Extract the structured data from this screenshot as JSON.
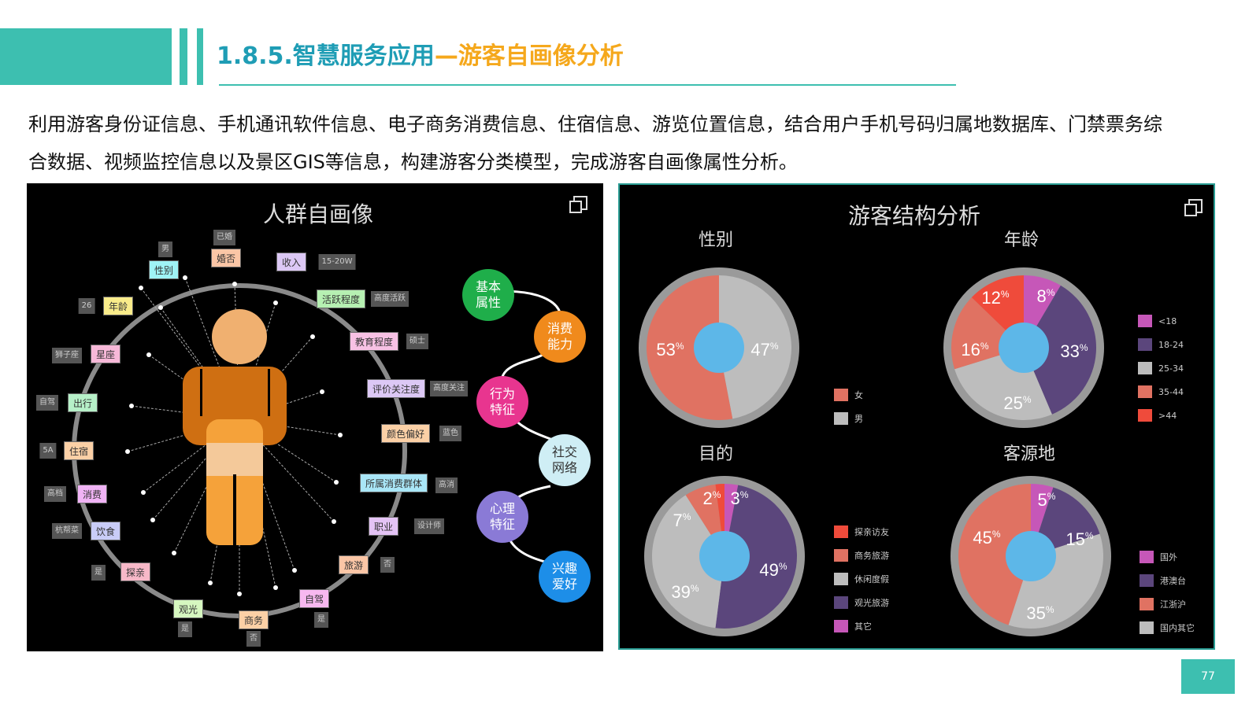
{
  "header": {
    "title_main": "1.8.5.智慧服务应用",
    "title_accent": "—游客自画像分析"
  },
  "body": {
    "paragraph": "利用游客身份证信息、手机通讯软件信息、电子商务消费信息、住宿信息、游览位置信息，结合用户手机号码归属地数据库、门禁票务综合数据、视频监控信息以及景区GIS等信息，构建游客分类模型，完成游客自画像属性分析。"
  },
  "left_panel": {
    "title": "人群自画像",
    "attributes": [
      {
        "label": "性别",
        "value": "男",
        "color": "#9ff3f5"
      },
      {
        "label": "婚否",
        "value": "已婚",
        "color": "#fbc6a6"
      },
      {
        "label": "收入",
        "value": "15-20W",
        "color": "#dcc8f5"
      },
      {
        "label": "活跃程度",
        "value": "高度活跃",
        "color": "#b6f0b2"
      },
      {
        "label": "教育程度",
        "value": "硕士",
        "color": "#f7c1e4"
      },
      {
        "label": "评价关注度",
        "value": "高度关注",
        "color": "#dcc8f5"
      },
      {
        "label": "颜色偏好",
        "value": "蓝色",
        "color": "#fbd0a6"
      },
      {
        "label": "所属消费群体",
        "value": "高消",
        "color": "#a9e6f7"
      },
      {
        "label": "职业",
        "value": "设计师",
        "color": "#e4c3f5"
      },
      {
        "label": "旅游",
        "value": "否",
        "color": "#fbc6a6"
      },
      {
        "label": "自驾",
        "value": "是",
        "color": "#f7b8f0"
      },
      {
        "label": "商务",
        "value": "否",
        "color": "#fbd0a6"
      },
      {
        "label": "观光",
        "value": "是",
        "color": "#d6f7c0"
      },
      {
        "label": "探亲",
        "value": "是",
        "color": "#f7b8c8"
      },
      {
        "label": "饮食",
        "value": "杭帮菜",
        "color": "#c9ccf7"
      },
      {
        "label": "消费",
        "value": "高档",
        "color": "#f0b3f5"
      },
      {
        "label": "住宿",
        "value": "5A",
        "color": "#fbd0a6"
      },
      {
        "label": "出行",
        "value": "自驾",
        "color": "#b6f0c8"
      },
      {
        "label": "星座",
        "value": "狮子座",
        "color": "#f7b8d8"
      },
      {
        "label": "年龄",
        "value": "26",
        "color": "#f9ec8a"
      }
    ],
    "categories": [
      {
        "label": "基本属性",
        "color": "#1fae4a"
      },
      {
        "label": "消费能力",
        "color": "#f08a1c"
      },
      {
        "label": "行为特征",
        "color": "#e8358f"
      },
      {
        "label": "社交网络",
        "color": "#cfeef5"
      },
      {
        "label": "心理特征",
        "color": "#8a7ad6"
      },
      {
        "label": "兴趣爱好",
        "color": "#1d8ee8"
      }
    ]
  },
  "chart_data": [
    {
      "type": "pie",
      "title": "性别",
      "categories": [
        "男",
        "女"
      ],
      "values": [
        47,
        53
      ],
      "colors": [
        "#bdbdbd",
        "#e07262"
      ],
      "legend": [
        "女",
        "男"
      ],
      "legend_colors": [
        "#e07262",
        "#bdbdbd"
      ]
    },
    {
      "type": "pie",
      "title": "年龄",
      "categories": [
        "<18",
        "18-24",
        "25-34",
        "35-44",
        ">44"
      ],
      "values": [
        8,
        33,
        25,
        16,
        12
      ],
      "colors": [
        "#c657b8",
        "#5b467c",
        "#bdbdbd",
        "#e07262",
        "#ef4b3b"
      ]
    },
    {
      "type": "pie",
      "title": "目的",
      "categories": [
        "其它",
        "观光旅游",
        "休闲度假",
        "商务旅游",
        "探亲访友"
      ],
      "values": [
        3,
        49,
        39,
        7,
        2
      ],
      "colors": [
        "#c657b8",
        "#5b467c",
        "#bdbdbd",
        "#e07262",
        "#ef4b3b"
      ],
      "legend": [
        "探亲访友",
        "商务旅游",
        "休闲度假",
        "观光旅游",
        "其它"
      ],
      "legend_colors": [
        "#ef4b3b",
        "#e07262",
        "#bdbdbd",
        "#5b467c",
        "#c657b8"
      ]
    },
    {
      "type": "pie",
      "title": "客源地",
      "categories": [
        "国外",
        "港澳台",
        "国内其它",
        "江浙沪"
      ],
      "values": [
        5,
        15,
        35,
        45
      ],
      "colors": [
        "#c657b8",
        "#5b467c",
        "#bdbdbd",
        "#e07262"
      ],
      "legend": [
        "国外",
        "港澳台",
        "江浙沪",
        "国内其它"
      ],
      "legend_colors": [
        "#c657b8",
        "#5b467c",
        "#e07262",
        "#bdbdbd"
      ]
    }
  ],
  "right_panel": {
    "title": "游客结构分析"
  },
  "footer": {
    "page_number": "77"
  }
}
